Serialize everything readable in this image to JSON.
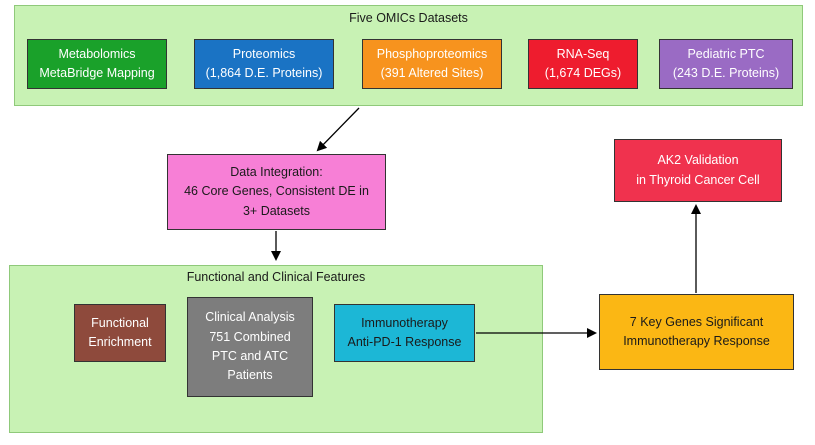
{
  "top_panel": {
    "title": "Five OMICs Datasets",
    "boxes": [
      {
        "line1": "Metabolomics",
        "line2": "MetaBridge Mapping",
        "bg": "#1aa12a",
        "fg": "#ffffff"
      },
      {
        "line1": "Proteomics",
        "line2": "(1,864 D.E. Proteins)",
        "bg": "#1a73c4",
        "fg": "#ffffff"
      },
      {
        "line1": "Phosphoproteomics",
        "line2": "(391 Altered Sites)",
        "bg": "#f7931e",
        "fg": "#ffffff"
      },
      {
        "line1": "RNA-Seq",
        "line2": "(1,674 DEGs)",
        "bg": "#ee1c2e",
        "fg": "#ffffff"
      },
      {
        "line1": "Pediatric PTC",
        "line2": "(243 D.E. Proteins)",
        "bg": "#9a6bc4",
        "fg": "#ffffff"
      }
    ]
  },
  "integration": {
    "line1": "Data Integration:",
    "line2": "46 Core Genes, Consistent DE in",
    "line3": "3+ Datasets",
    "bg": "#f77fd6",
    "fg": "#1a1a1a"
  },
  "bottom_panel": {
    "title": "Functional and Clinical Features",
    "functional": {
      "line1": "Functional",
      "line2": "Enrichment",
      "bg": "#8e4a3c",
      "fg": "#ffffff"
    },
    "clinical": {
      "line1": "Clinical Analysis",
      "line2": "751 Combined",
      "line3": "PTC and ATC",
      "line4": "Patients",
      "bg": "#7d7d7d",
      "fg": "#ffffff"
    },
    "immunotherapy": {
      "line1": "Immunotherapy",
      "line2": "Anti-PD-1 Response",
      "bg": "#1cb7d6",
      "fg": "#1a1a1a"
    }
  },
  "key_genes": {
    "line1": "7 Key Genes Significant",
    "line2": "Immunotherapy Response",
    "bg": "#fbb714",
    "fg": "#1a1a1a"
  },
  "validation": {
    "line1": "AK2 Validation",
    "line2": "in Thyroid Cancer Cell",
    "bg": "#f0324e",
    "fg": "#ffffff"
  }
}
